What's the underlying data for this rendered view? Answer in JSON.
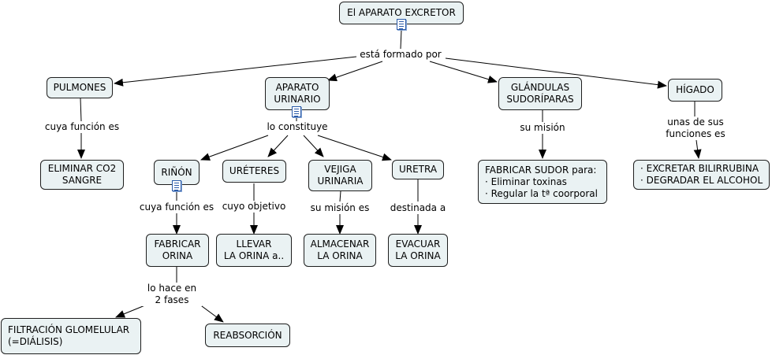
{
  "nodes": {
    "aparato_excretor": "El APARATO EXCRETOR",
    "pulmones": "PULMONES",
    "aparato_urinario": "APARATO\nURINARIO",
    "glandulas": "GLÁNDULAS\nSUDORÍPARAS",
    "higado": "HÍGADO",
    "eliminar_co2": "ELIMINAR CO2\nSANGRE",
    "fabricar_sudor": "FABRICAR SUDOR para:\n· Eliminar toxinas\n· Regular la tª coorporal",
    "excretar": "· EXCRETAR BILIRRUBINA\n· DEGRADAR EL ALCOHOL",
    "rinon": "RIÑÓN",
    "ureteres": "URÉTERES",
    "vejiga": "VEJIGA\nURINARIA",
    "uretra": "URETRA",
    "fabricar_orina": "FABRICAR\nORINA",
    "llevar": "LLEVAR\nLA ORINA a..",
    "almacenar": "ALMACENAR\nLA ORINA",
    "evacuar": "EVACUAR\nLA ORINA",
    "filtracion": "FILTRACIÓN GLOMELULAR\n(=DIÁLISIS)",
    "reabsorcion": "REABSORCIÓN"
  },
  "labels": {
    "esta_formado": "está formado por",
    "cuya_funcion_pulmones": "cuya función es",
    "lo_constituye": "lo constituye",
    "su_mision_glandulas": "su misión",
    "unas_de_sus": "unas de sus\nfunciones es",
    "cuya_funcion_rinon": "cuya función es",
    "cuyo_objetivo": "cuyo objetivo",
    "su_mision_vejiga": "su misión es",
    "destinada": "destinada a",
    "lo_hace": "lo hace en\n2 fases"
  }
}
